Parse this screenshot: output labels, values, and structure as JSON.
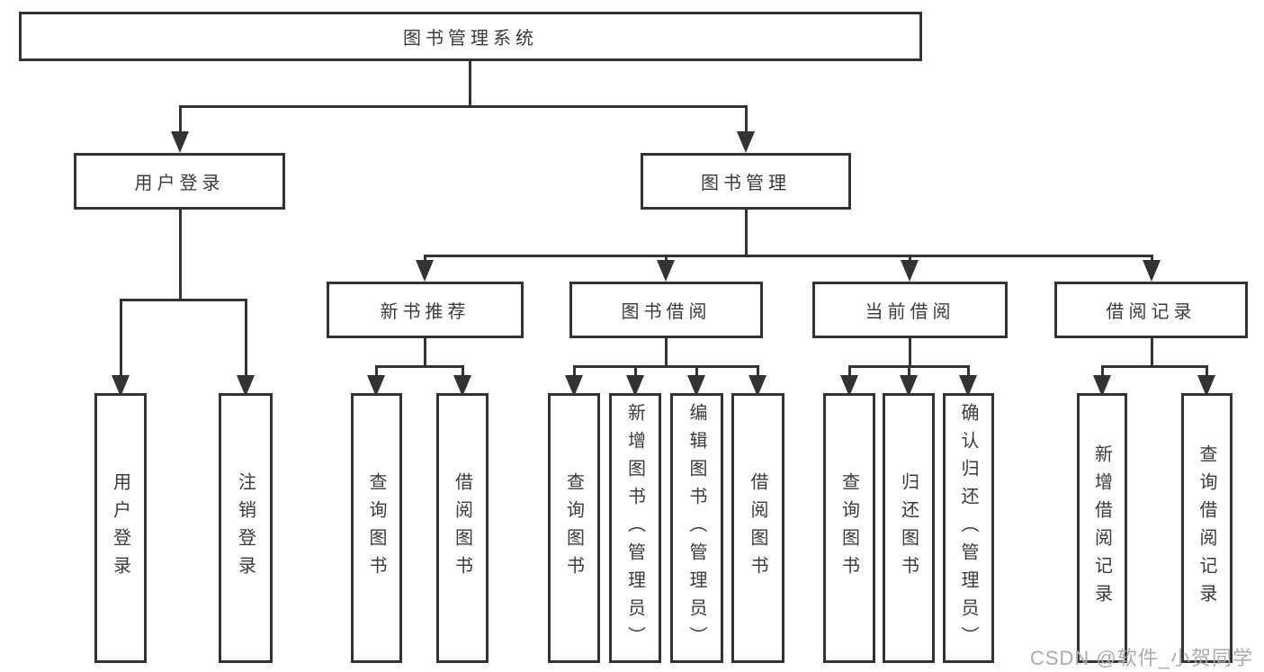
{
  "diagram_title": "图书管理系统",
  "tree": {
    "label": "图书管理系统",
    "children": [
      {
        "label": "用户登录",
        "children": [
          {
            "label": "用户登录"
          },
          {
            "label": "注销登录"
          }
        ]
      },
      {
        "label": "图书管理",
        "children": [
          {
            "label": "新书推荐",
            "children": [
              {
                "label": "查询图书"
              },
              {
                "label": "借阅图书"
              }
            ]
          },
          {
            "label": "图书借阅",
            "children": [
              {
                "label": "查询图书"
              },
              {
                "label": "新增图书（管理员）"
              },
              {
                "label": "编辑图书（管理员）"
              },
              {
                "label": "借阅图书"
              }
            ]
          },
          {
            "label": "当前借阅",
            "children": [
              {
                "label": "查询图书"
              },
              {
                "label": "归还图书"
              },
              {
                "label": "确认归还（管理员）"
              }
            ]
          },
          {
            "label": "借阅记录",
            "children": [
              {
                "label": "新增借阅记录"
              },
              {
                "label": "查询借阅记录"
              }
            ]
          }
        ]
      }
    ]
  },
  "watermark": {
    "text": "CSDN @软件_小贺同学"
  },
  "colors": {
    "line": "#333333",
    "box_border": "#333333",
    "text": "#3a3a3a",
    "watermark": "#ababab",
    "background": "#ffffff"
  }
}
